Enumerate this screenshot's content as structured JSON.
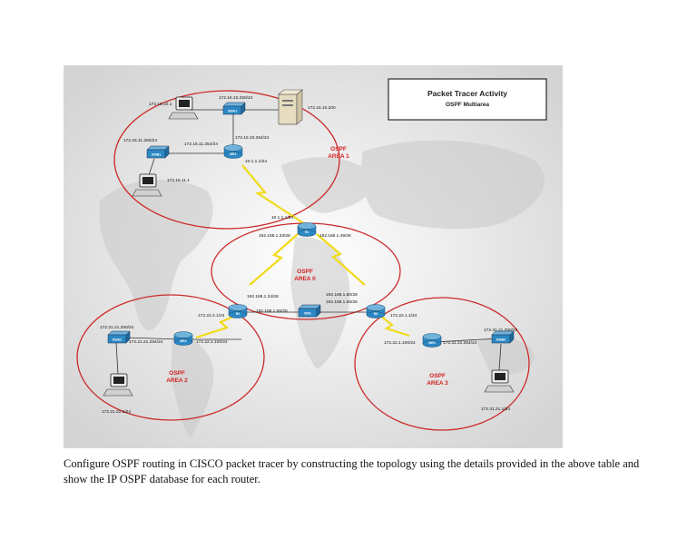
{
  "legend": {
    "title": "Packet Tracer Activity",
    "subtitle": "OSPF Multiarea"
  },
  "areas": {
    "area1": {
      "name": "OSPF",
      "num": "AREA 1"
    },
    "area0": {
      "name": "OSPF",
      "num": "AREA 0"
    },
    "area2": {
      "name": "OSPF",
      "num": "AREA 2"
    },
    "area3": {
      "name": "OSPF",
      "num": "AREA 3"
    }
  },
  "devices": {
    "br1": "BR1",
    "swa1": "SWA1",
    "swb1": "SWB1",
    "r1": "R1",
    "r2": "R2",
    "r3": "R3",
    "sw1": "SW1",
    "br2": "BR2",
    "swa2": "SWA2",
    "br3": "BR3",
    "swb3": "SWB3"
  },
  "labels": {
    "a1_switch_top": "172.16.10.250/24",
    "a1_pc1": "172.16.10.1",
    "a1_server": "172.16.10.200",
    "a1_sw2": "172.16.11.250/24",
    "a1_br1_left": "172.16.11.254/24",
    "a1_br1_top": "172.16.10.254/24",
    "a1_serial": "10.1.1.1/24",
    "a1_pc2": "172.16.11.1",
    "r1_serial": "10.1.1.1/24",
    "r1_left": "192.168.1.33/28",
    "r1_right": "192.168.1.49/28",
    "r2_top": "192.168.1.34/28",
    "r2_lan": "192.168.1.65/28",
    "r3_top": "192.168.1.50/28",
    "r3_lan": "192.168.1.66/28",
    "r2_serial": "172.22.2.1/24",
    "r3_serial": "172.22.1.1/24",
    "a2_sw": "172.21.21.250/24",
    "a2_br_lan": "172.21.21.254/24",
    "a2_br_wan": "172.22.2.100/24",
    "a2_pc": "172.21.21.1/24",
    "a3_sw": "172.31.21.250/24",
    "a3_br_wan": "172.22.1.100/24",
    "a3_br_lan": "172.31.21.254/24",
    "a3_pc": "172.31.21.1/24"
  },
  "caption": "Configure OSPF routing in CISCO packet tracer by constructing the topology using the details provided in the above table and show the IP OSPF database for each router."
}
